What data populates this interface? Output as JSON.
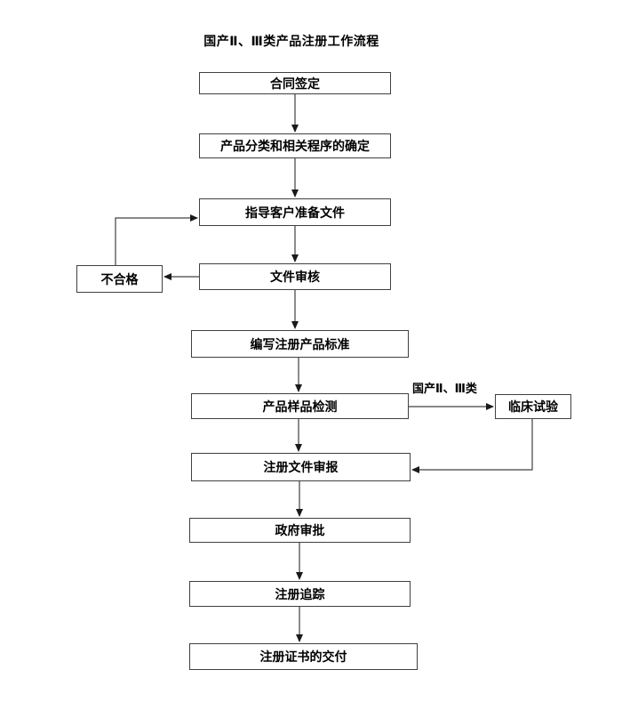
{
  "title": "国产Ⅱ、Ⅲ类产品注册工作流程",
  "flow": {
    "steps": [
      {
        "label": "合同签定"
      },
      {
        "label": "产品分类和相关程序的确定"
      },
      {
        "label": "指导客户准备文件"
      },
      {
        "label": "文件审核"
      },
      {
        "label": "编写注册产品标准"
      },
      {
        "label": "产品样品检测"
      },
      {
        "label": "注册文件审报"
      },
      {
        "label": "政府审批"
      },
      {
        "label": "注册追踪"
      },
      {
        "label": "注册证书的交付"
      }
    ],
    "reject": {
      "label": "不合格"
    },
    "clinical": {
      "edge_label": "国产Ⅱ、Ⅲ类",
      "label": "临床试验"
    }
  },
  "colors": {
    "background": "#ffffff",
    "box_border": "#404040",
    "line": "#404040",
    "arrowhead": "#1a1a1a",
    "text": "#000000"
  }
}
